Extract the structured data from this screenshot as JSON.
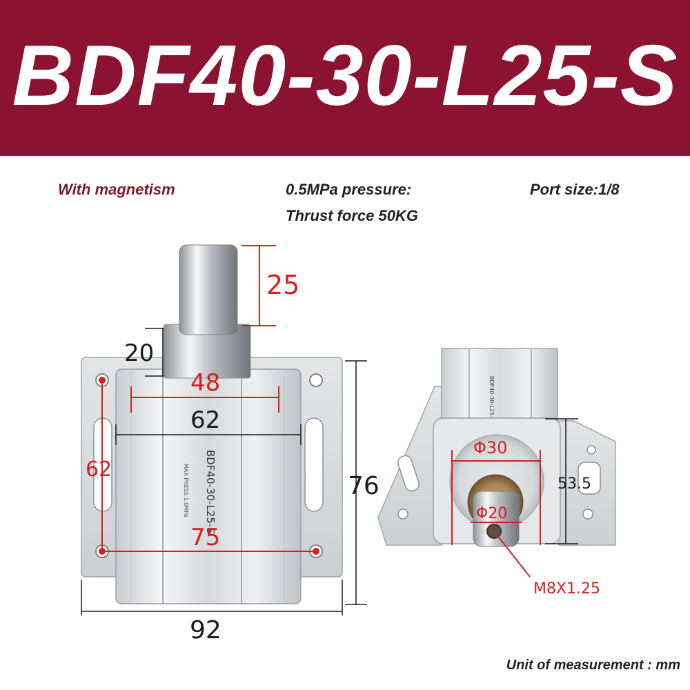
{
  "title": "BDF40-30-L25-S",
  "specs": {
    "magnetism": "With magnetism",
    "pressure": "0.5MPa pressure:",
    "thrust": "Thrust force 50KG",
    "port": "Port size:1/8"
  },
  "body_label": "BDF40-30-L25-S",
  "body_sublabel": "MAX PRESS 1.0MPa",
  "dimensions": {
    "rod_length": "25",
    "rod_boss": "20",
    "width_48": "48",
    "width_62_h": "62",
    "height_62_v": "62",
    "width_75": "75",
    "height_76": "76",
    "width_92": "92",
    "phi30": "Φ30",
    "phi20": "Φ20",
    "height_53_5": "53.5",
    "thread": "M8X1.25"
  },
  "unit_note": "Unit of measurement : mm",
  "colors": {
    "banner": "#8b1230",
    "dimension_red": "#d42020"
  }
}
